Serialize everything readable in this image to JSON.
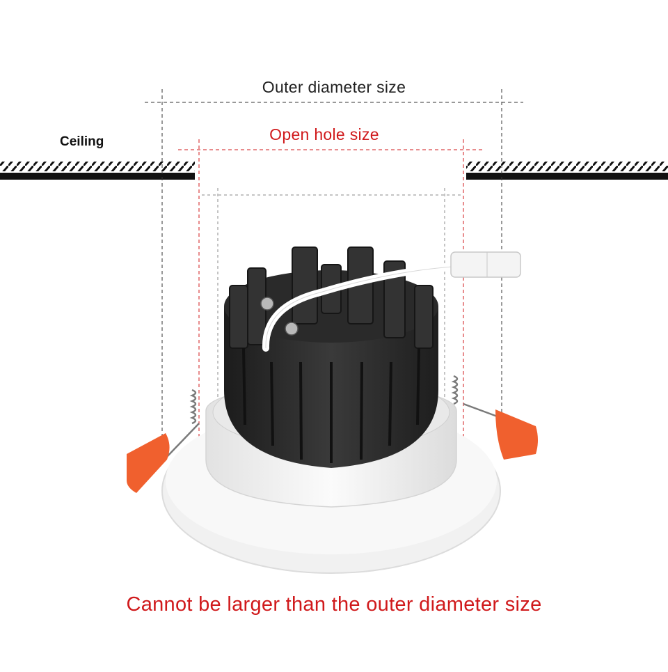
{
  "labels": {
    "outer_diameter": "Outer diameter size",
    "open_hole": "Open hole size",
    "ceiling": "Ceiling",
    "warning": "Cannot be larger than the outer diameter size"
  },
  "colors": {
    "accent_red": "#d0191b",
    "text_dark": "#222222",
    "ceiling_black": "#111111",
    "heatsink": "#2b2b2b",
    "trim_white": "#f4f4f4",
    "clip_orange": "#f0602e"
  },
  "icons": {
    "product": "led-downlight-photo"
  }
}
